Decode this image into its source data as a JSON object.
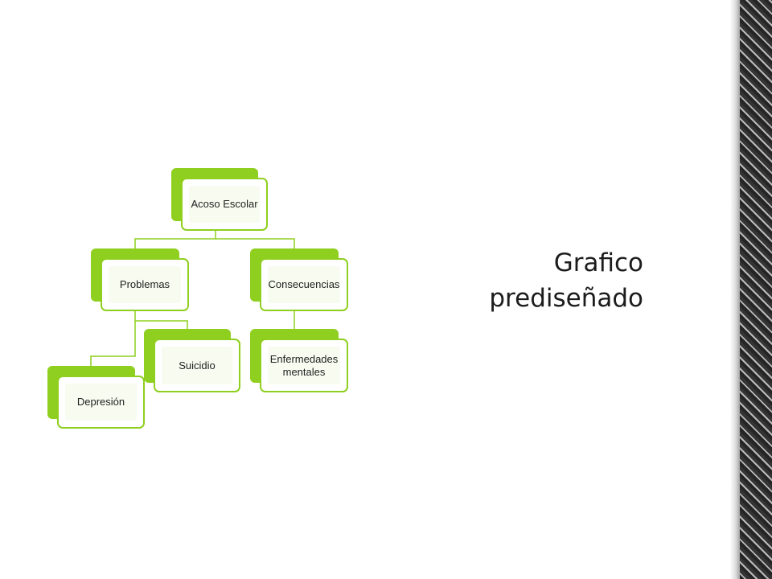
{
  "slide": {
    "title_line1": "Grafico",
    "title_line2": "prediseñado"
  },
  "diagram": {
    "root": "Acoso Escolar",
    "problems": "Problemas",
    "consequences": "Consecuencias",
    "suicide": "Suicidio",
    "depression": "Depresión",
    "mental_illness": "Enfermedades mentales"
  },
  "colors": {
    "accent": "#8fcf1f",
    "text": "#1c1c1c"
  }
}
